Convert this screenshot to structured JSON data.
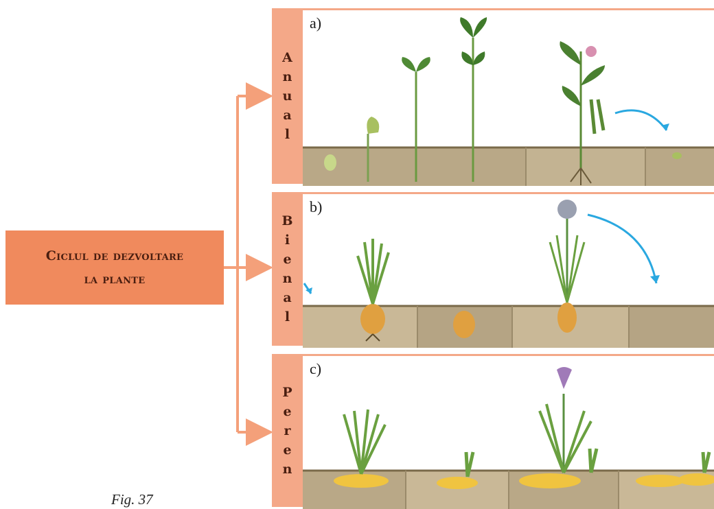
{
  "main": {
    "line1": "Ciclul de dezvoltare",
    "line2": "la plante"
  },
  "rows": [
    {
      "letters": [
        "A",
        "n",
        "u",
        "a",
        "l"
      ],
      "tag": "a)"
    },
    {
      "letters": [
        "B",
        "i",
        "e",
        "n",
        "a",
        "l"
      ],
      "tag": "b)"
    },
    {
      "letters": [
        "P",
        "e",
        "r",
        "e",
        "n"
      ],
      "tag": "c)"
    }
  ],
  "caption": "Fig. 37",
  "colors": {
    "accent": "#f08a5d",
    "label_bg": "#f4a888",
    "arrow": "#f4a07a",
    "soil": "#b8a888",
    "blue_arrow": "#2aa8e0"
  }
}
